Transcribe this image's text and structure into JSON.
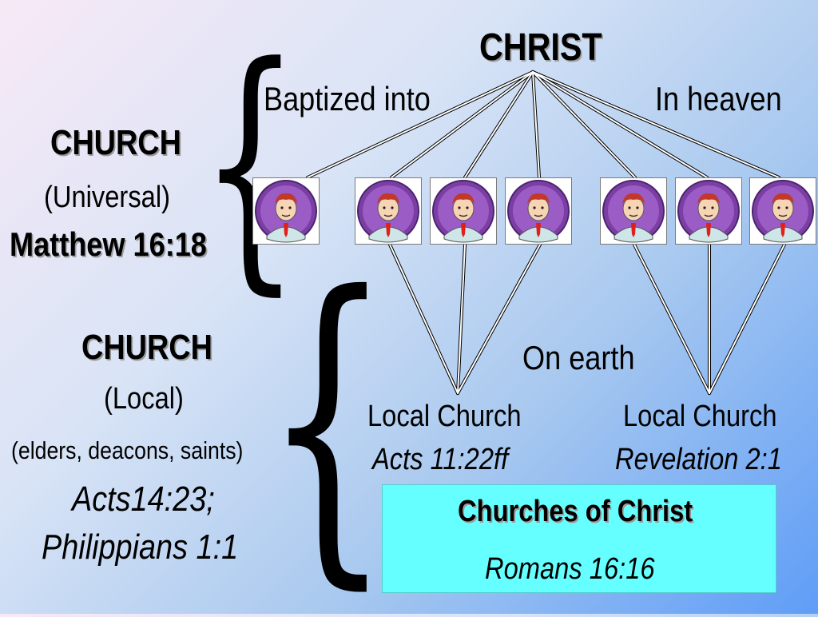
{
  "christ": "CHRIST",
  "baptized_into": "Baptized into",
  "in_heaven": "In heaven",
  "universal": {
    "title": "CHURCH",
    "subtitle": "(Universal)",
    "ref": "Matthew 16:18"
  },
  "local": {
    "title": "CHURCH",
    "subtitle": "(Local)",
    "members": "(elders, deacons, saints)",
    "ref1": "Acts14:23;",
    "ref2": "Philippians 1:1"
  },
  "on_earth": "On earth",
  "local_church_1": {
    "label": "Local Church",
    "ref": "Acts 11:22ff"
  },
  "local_church_2": {
    "label": "Local Church",
    "ref": "Revelation 2:1"
  },
  "callout": {
    "title": "Churches of Christ",
    "ref": "Romans 16:16"
  },
  "colors": {
    "callout_bg": "#66ffff",
    "avatar_purple": "#7b3fa3",
    "tie": "#e0201b"
  },
  "icons": [
    "person-avatar-icon",
    "left-brace-icon"
  ]
}
